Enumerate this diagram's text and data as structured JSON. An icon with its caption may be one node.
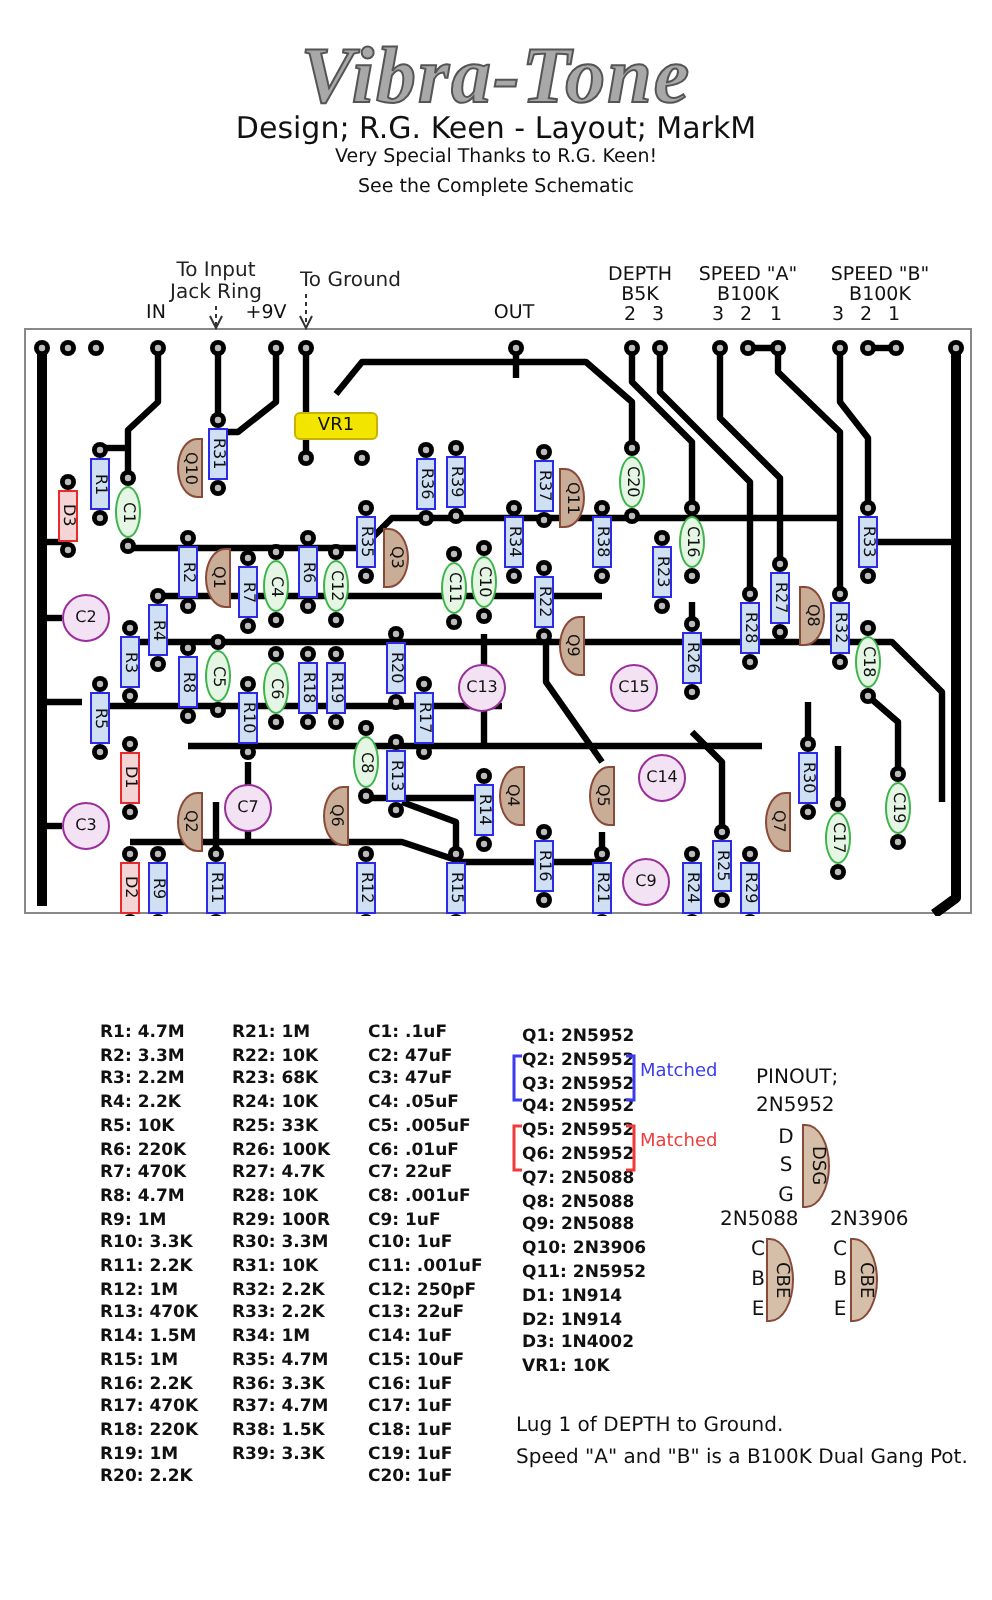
{
  "diagram": {
    "title": "Vibra-Tone",
    "nodes": [
      {
        "text": [
          "To Input Jack Ring"
        ]
      },
      {
        "text": [
          "To Ground"
        ]
      },
      {
        "text": [],
        "shape": "box"
      },
      {
        "text": [
          "VR1"
        ],
        "in": 2
      },
      {
        "text": [
          "R31"
        ],
        "in": 2
      },
      {
        "text": [
          "Q10"
        ],
        "in": 2
      },
      {
        "text": [
          "R1"
        ],
        "in": 2
      },
      {
        "text": [
          "R36"
        ],
        "in": 2
      },
      {
        "text": [
          "R39"
        ],
        "in": 2
      },
      {
        "text": [
          "R37"
        ],
        "in": 2
      },
      {
        "text": [
          "Q11"
        ],
        "in": 2
      },
      {
        "text": [
          "C20"
        ],
        "in": 2
      },
      {
        "text": [
          "D3"
        ],
        "in": 2
      },
      {
        "text": [
          "C1"
        ],
        "in": 2
      },
      {
        "text": [
          "R35"
        ],
        "in": 2
      },
      {
        "text": [
          "R34"
        ],
        "in": 2
      },
      {
        "text": [
          "R38"
        ],
        "in": 2
      },
      {
        "text": [
          "C16"
        ],
        "in": 2
      },
      {
        "text": [
          "R33"
        ],
        "in": 2
      },
      {
        "text": [
          "R2"
        ],
        "in": 2
      },
      {
        "text": [
          "Q1"
        ],
        "in": 2
      },
      {
        "text": [
          "R7"
        ],
        "in": 2
      },
      {
        "text": [
          "C4"
        ],
        "in": 2
      },
      {
        "text": [
          "R6"
        ],
        "in": 2
      },
      {
        "text": [
          "C12"
        ],
        "in": 2
      },
      {
        "text": [
          "Q3"
        ],
        "in": 2
      },
      {
        "text": [
          "C11"
        ],
        "in": 2
      },
      {
        "text": [
          "C10"
        ],
        "in": 2
      },
      {
        "text": [
          "R23"
        ],
        "in": 2
      },
      {
        "text": [
          "R22"
        ],
        "in": 2
      },
      {
        "text": [
          "R27"
        ],
        "in": 2
      },
      {
        "text": [
          "Q8"
        ],
        "in": 2
      },
      {
        "text": [
          "R28"
        ],
        "in": 2
      },
      {
        "text": [
          "R32"
        ],
        "in": 2
      },
      {
        "text": [
          "C2"
        ],
        "in": 2
      },
      {
        "text": [
          "R4"
        ],
        "in": 2
      },
      {
        "text": [
          "Q9"
        ],
        "in": 2
      },
      {
        "text": [
          "R26"
        ],
        "in": 2
      },
      {
        "text": [
          "C18"
        ],
        "in": 2
      },
      {
        "text": [
          "R3"
        ],
        "in": 2
      },
      {
        "text": [
          "R20"
        ],
        "in": 2
      },
      {
        "text": [
          "R8"
        ],
        "in": 2
      },
      {
        "text": [
          "C5"
        ],
        "in": 2
      },
      {
        "text": [
          "C6"
        ],
        "in": 2
      },
      {
        "text": [
          "R18"
        ],
        "in": 2
      },
      {
        "text": [
          "R19"
        ],
        "in": 2
      },
      {
        "text": [
          "C13"
        ],
        "in": 2
      },
      {
        "text": [
          "C15"
        ],
        "in": 2
      },
      {
        "text": [
          "R5"
        ],
        "in": 2
      },
      {
        "text": [
          "R10"
        ],
        "in": 2
      },
      {
        "text": [
          "R17"
        ],
        "in": 2
      },
      {
        "text": [
          "C8"
        ],
        "in": 2
      },
      {
        "text": [
          "R13"
        ],
        "in": 2
      },
      {
        "text": [
          "D1"
        ],
        "in": 2
      },
      {
        "text": [
          "C14"
        ],
        "in": 2
      },
      {
        "text": [
          "R30"
        ],
        "in": 2
      },
      {
        "text": [
          "R14"
        ],
        "in": 2
      },
      {
        "text": [
          "C3"
        ],
        "in": 2
      },
      {
        "text": [
          "Q2"
        ],
        "in": 2
      },
      {
        "text": [
          "C7"
        ],
        "in": 2
      },
      {
        "text": [
          "Q6"
        ],
        "in": 2
      },
      {
        "text": [
          "Q4"
        ],
        "in": 2
      },
      {
        "text": [
          "Q5"
        ],
        "in": 2
      },
      {
        "text": [
          "Q7"
        ],
        "in": 2
      },
      {
        "text": [
          "C19"
        ],
        "in": 2
      },
      {
        "text": [
          "C17"
        ],
        "in": 2
      },
      {
        "text": [
          "R16"
        ],
        "in": 2
      },
      {
        "text": [
          "R25"
        ],
        "in": 2
      },
      {
        "text": [
          "C9"
        ],
        "in": 2
      },
      {
        "text": [
          "D2"
        ],
        "in": 2
      },
      {
        "text": [
          "R9"
        ],
        "in": 2
      },
      {
        "text": [
          "R11"
        ],
        "in": 2
      },
      {
        "text": [
          "R12"
        ],
        "in": 2
      },
      {
        "text": [
          "R15"
        ],
        "in": 2
      },
      {
        "text": [
          "R21"
        ],
        "in": 2
      },
      {
        "text": [
          "R24"
        ],
        "in": 2
      },
      {
        "text": [
          "R29"
        ],
        "in": 2
      },
      {
        "text": [
          "DSG"
        ]
      },
      {
        "text": [
          "CBE"
        ]
      },
      {
        "text": [
          "CBE"
        ]
      }
    ],
    "edges": [
      {
        "from": 0,
        "to": 2,
        "arrow": "to",
        "style": "dashed"
      },
      {
        "from": 1,
        "to": 2,
        "arrow": "to",
        "style": "dashed"
      }
    ],
    "labels": [
      "Design; R.G. Keen - Layout; MarkM",
      "Very Special Thanks to R.G. Keen!",
      "See the Complete Schematic",
      "DEPTH",
      "B5K",
      "SPEED \"A\"",
      "B100K",
      "SPEED \"B\"",
      "B100K",
      "IN",
      "+9V",
      "OUT",
      "2",
      "3",
      "3",
      "2",
      "1",
      "3",
      "2",
      "1",
      "R1: 4.7M",
      "R2: 3.3M",
      "R3: 2.2M",
      "R4: 2.2K",
      "R5: 10K",
      "R6: 220K",
      "R7: 470K",
      "R8: 4.7M",
      "R9: 1M",
      "R10: 3.3K",
      "R11: 2.2K",
      "R12: 1M",
      "R13: 470K",
      "R14: 1.5M",
      "R15: 1M",
      "R16: 2.2K",
      "R17: 470K",
      "R18: 220K",
      "R19: 1M",
      "R20: 2.2K",
      "R21: 1M",
      "R22: 10K",
      "R23: 68K",
      "R24: 10K",
      "R25: 33K",
      "R26: 100K",
      "R27: 4.7K",
      "R28: 10K",
      "R29: 100R",
      "R30: 3.3M",
      "R31: 10K",
      "R32: 2.2K",
      "R33: 2.2K",
      "R34: 1M",
      "R35: 4.7M",
      "R36: 3.3K",
      "R37: 4.7M",
      "R38: 1.5K",
      "R39: 3.3K",
      "C1: .1uF",
      "C2: 47uF",
      "C3: 47uF",
      "C4: .05uF",
      "C5: .005uF",
      "C6: .01uF",
      "C7: 22uF",
      "C8: .001uF",
      "C9: 1uF",
      "C10: 1uF",
      "C11: .001uF",
      "C12: 250pF",
      "C13: 22uF",
      "C14: 1uF",
      "C15: 10uF",
      "C16: 1uF",
      "C17: 1uF",
      "C18: 1uF",
      "C19: 1uF",
      "C20: 1uF",
      "Q1: 2N5952",
      "Q2: 2N5952",
      "Q3: 2N5952",
      "Matched",
      "Q4: 2N5952",
      "Q5: 2N5952",
      "Q6: 2N5952",
      "Matched",
      "Q7: 2N5088",
      "Q8: 2N5088",
      "Q9: 2N5088",
      "Q10: 2N3906",
      "Q11: 2N5952",
      "D1: 1N914",
      "D2: 1N914",
      "D3: 1N4002",
      "VR1: 10K",
      "PINOUT;",
      "2N5952",
      "D",
      "S",
      "G",
      "2N5088",
      "2N3906",
      "C",
      "B",
      "E",
      "C",
      "B",
      "E",
      "Lug 1 of DEPTH to Ground.",
      "Speed \"A\" and \"B\" is a B100K Dual Gang Pot."
    ]
  }
}
